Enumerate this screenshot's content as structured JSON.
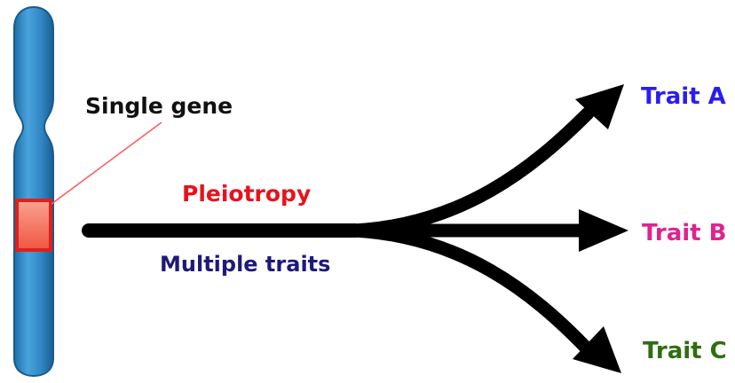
{
  "labels": {
    "single_gene": "Single gene",
    "pleiotropy": "Pleiotropy",
    "multiple_traits": "Multiple traits",
    "trait_a": "Trait A",
    "trait_b": "Trait B",
    "trait_c": "Trait C"
  },
  "colors": {
    "single_gene": "#111111",
    "pleiotropy": "#e8121b",
    "multiple_traits": "#1f1a78",
    "trait_a": "#2b1df0",
    "trait_b": "#e0238f",
    "trait_c": "#2f6e10",
    "chromosome": "#2f86c2",
    "gene_band": "#f26a5a",
    "arrow": "#000000"
  }
}
